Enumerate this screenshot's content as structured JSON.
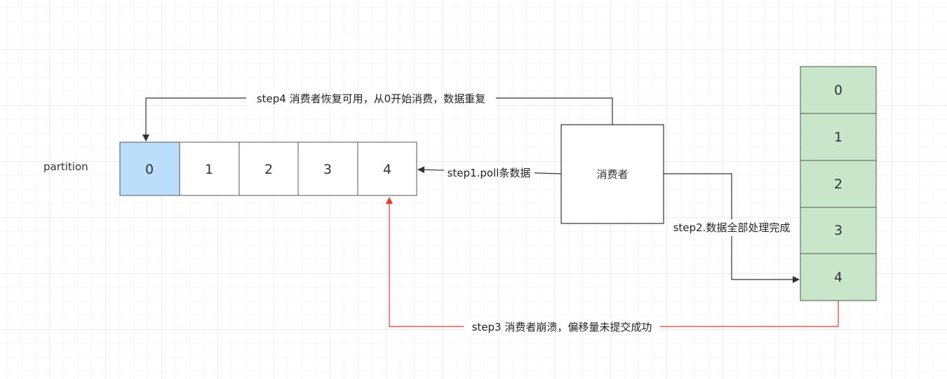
{
  "partition_label": "partition",
  "partition_cells": [
    "0",
    "1",
    "2",
    "3",
    "4"
  ],
  "committed_cells": [
    "0",
    "1",
    "2",
    "3",
    "4"
  ],
  "consumer_label": "消费者",
  "steps": {
    "step1": "step1.poll条数据",
    "step2": "step2.数据全部处理完成",
    "step3": "step3 消费者崩溃，偏移量未提交成功",
    "step4": "step4 消费者恢复可用，从0开始消费，数据重复"
  },
  "colors": {
    "highlight_cell": "#bbdefb",
    "committed_cell": "#c8e6c9",
    "crash_arrow": "#e53935",
    "arrow": "#333333"
  }
}
